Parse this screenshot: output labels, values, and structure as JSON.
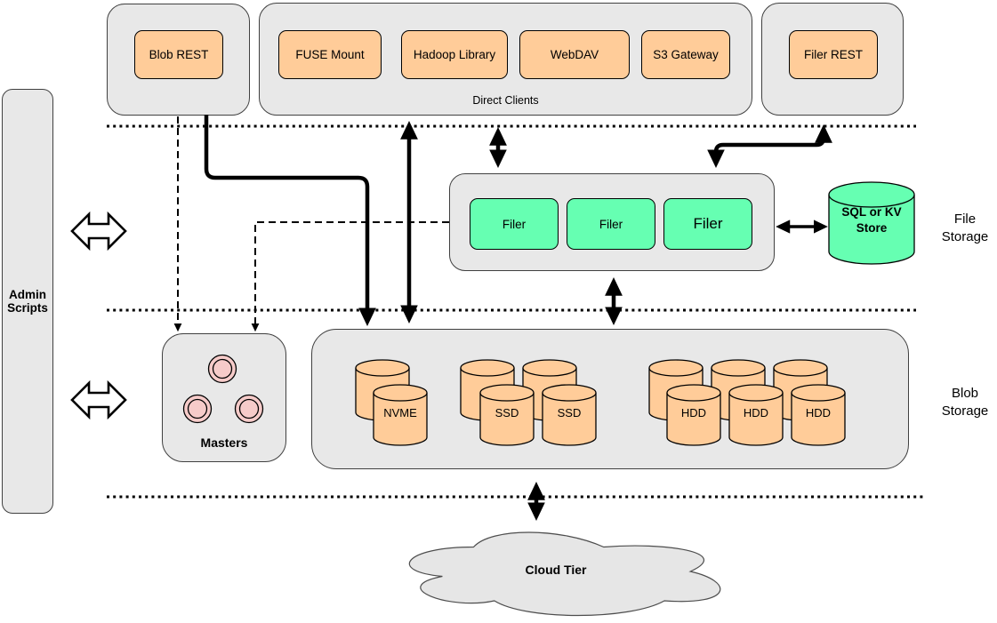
{
  "diagram": {
    "top": {
      "blob_rest": "Blob REST",
      "direct_clients_title": "Direct Clients",
      "clients": [
        "FUSE Mount",
        "Hadoop Library",
        "WebDAV",
        "S3 Gateway"
      ],
      "filer_rest": "Filer REST"
    },
    "admin": "Admin Scripts",
    "file_storage": {
      "filers": [
        "Filer",
        "Filer",
        "Filer"
      ],
      "store": "SQL or KV Store",
      "label": "File Storage"
    },
    "blob_storage": {
      "masters": "Masters",
      "volumes": {
        "nvme": "NVME",
        "ssd1": "SSD",
        "ssd2": "SSD",
        "hdd1": "HDD",
        "hdd2": "HDD",
        "hdd3": "HDD"
      },
      "label": "Blob Storage"
    },
    "cloud": "Cloud Tier",
    "colors": {
      "container_bg": "#e8e8e8",
      "container_stroke": "#404040",
      "node_orange": "#ffcc99",
      "node_green": "#66ffb2",
      "master_pink": "#f6cbc9",
      "cloud_bg": "#e6e6e6",
      "line": "#000000"
    }
  }
}
